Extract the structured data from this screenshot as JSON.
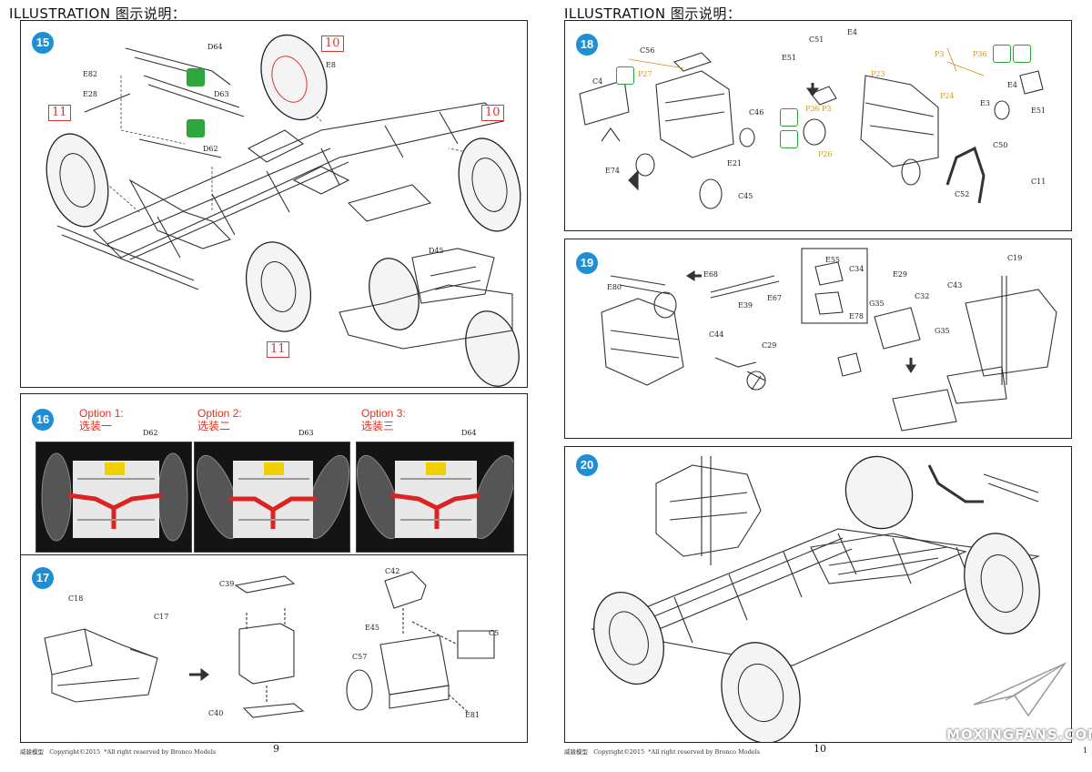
{
  "header": {
    "left_title": "ILLUSTRATION 图示说明：",
    "right_title": "ILLUSTRATION 图示说明："
  },
  "step15": {
    "number": "15",
    "parts": [
      "D64",
      "E8",
      "E82",
      "E28",
      "D63",
      "D62",
      "D45"
    ],
    "wheel_refs": [
      "10",
      "11",
      "10",
      "11"
    ]
  },
  "step16": {
    "number": "16",
    "options": [
      {
        "label": "Option 1:",
        "label_cn": "选装一",
        "part": "D62"
      },
      {
        "label": "Option 2:",
        "label_cn": "选装二",
        "part": "D63"
      },
      {
        "label": "Option 3:",
        "label_cn": "选装三",
        "part": "D64"
      }
    ]
  },
  "step17": {
    "number": "17",
    "parts": [
      "C18",
      "C17",
      "C39",
      "C40",
      "C42",
      "E45",
      "C5",
      "C57",
      "E81"
    ]
  },
  "step18": {
    "number": "18",
    "parts": [
      "C56",
      "C4",
      "C46",
      "E74",
      "E21",
      "C45",
      "C51",
      "E4",
      "E51",
      "C50",
      "C52",
      "C11",
      "E3"
    ],
    "paint_refs": [
      "P27",
      "P36",
      "P3",
      "P26",
      "P23",
      "P24",
      "P36",
      "P3"
    ]
  },
  "step19": {
    "number": "19",
    "parts": [
      "E80",
      "E68",
      "E39",
      "E67",
      "C44",
      "C29",
      "E55",
      "C34",
      "E78",
      "G35",
      "E29",
      "C32",
      "C43",
      "G35",
      "C19"
    ]
  },
  "step20": {
    "number": "20"
  },
  "footer": {
    "left_brand": "威骏模型",
    "left_copy": "Copyright©2015",
    "left_rights": "*All right reserved by Bronco Models",
    "left_page": "9",
    "right_brand": "威骏模型",
    "right_copy": "Copyright©2015",
    "right_rights": "*All right reserved by Bronco Models",
    "right_page": "10",
    "edge_mark": "1"
  },
  "watermark": "MOXINGFANS.COM"
}
